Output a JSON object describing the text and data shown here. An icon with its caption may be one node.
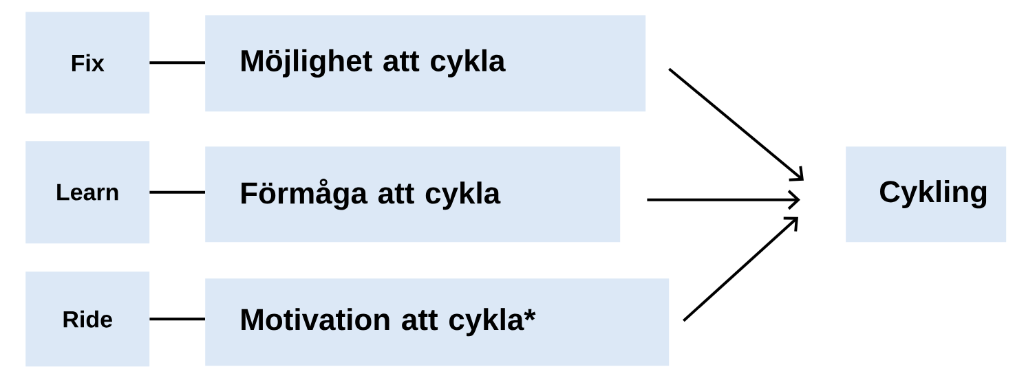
{
  "diagram": {
    "nodes": [
      {
        "text": [
          "Fix"
        ]
      },
      {
        "text": [
          "Möjlighet att cykla"
        ]
      },
      {
        "text": [
          "Learn"
        ]
      },
      {
        "text": [
          "Förmåga att cykla"
        ]
      },
      {
        "text": [
          "Ride"
        ]
      },
      {
        "text": [
          "Motivation att cykla*"
        ]
      },
      {
        "text": [
          "Cykling"
        ]
      }
    ],
    "edges": [
      {
        "from": 0,
        "to": 1,
        "arrow": "none"
      },
      {
        "from": 2,
        "to": 3,
        "arrow": "none"
      },
      {
        "from": 4,
        "to": 5,
        "arrow": "none"
      },
      {
        "from": 1,
        "to": 6,
        "arrow": "to"
      },
      {
        "from": 3,
        "to": 6,
        "arrow": "to"
      },
      {
        "from": 5,
        "to": 6,
        "arrow": "to"
      }
    ]
  }
}
